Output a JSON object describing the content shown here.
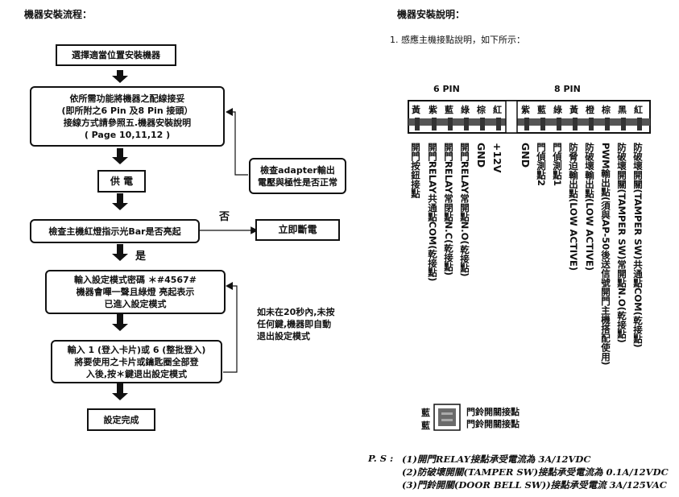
{
  "left_title": "機器安裝流程：",
  "right_title": "機器安裝說明：",
  "flow": {
    "step1": "選擇適當位置安裝機器",
    "step2_line1": "依所需功能將機器之配線接妥",
    "step2_line2": "(即所附之6 Pin 及8 Pin 接頭）",
    "step2_line3": "接線方式請參照五.機器安裝說明",
    "step2_line4": "( Page 10,11,12 )",
    "step3": "供 電",
    "step4": "檢查主機紅燈指示光Bar是否亮起",
    "no_label": "否",
    "yes_label": "是",
    "power_off": "立即斷電",
    "check_line1": "檢查adapter輸出",
    "check_line2": "電壓與極性是否正常",
    "step5_line1": "輸入設定模式密碼 ＊#4567#",
    "step5_line2": "機器會嗶一聲且綠燈 亮起表示",
    "step5_line3": "已進入設定模式",
    "timeout_line1": "如未在20秒內,未按",
    "timeout_line2": "任何鍵,機器即自動",
    "timeout_line3": "退出設定模式",
    "step6_line1": "輸入 1 (登入卡片)或 6 (整批登入)",
    "step6_line2": "將要使用之卡片或鑰匙圈全部登",
    "step6_line3": "入後,按＊鍵退出設定模式",
    "step7": "設定完成"
  },
  "section1": "1. 感應主機接點說明，如下所示：",
  "pin6_label": "6 PIN",
  "pin8_label": "8 PIN",
  "pin6_colors": [
    "黃",
    "紫",
    "藍",
    "綠",
    "棕",
    "紅"
  ],
  "pin8_colors": [
    "紫",
    "藍",
    "綠",
    "黃",
    "橙",
    "棕",
    "黑",
    "紅"
  ],
  "pin_descriptions": [
    "開門按鈕接點",
    "開門RELAY共通點COM(乾接點)",
    "開門RELAY常閉點N.C(乾接點)",
    "開門RELAY常開點N.O(乾接點)",
    "GND",
    "+12V",
    "GND",
    "門偵測點2",
    "門偵測點1",
    "防脅迫輸出點(LOW ACTIVE)",
    "防破壞輸出點(LOW ACTIVE)",
    "PWM輸出點(須與AP-50後送信號開門主機搭配使用)",
    "防破壞開關(TAMPER SW)常開點N.O(乾接點)",
    "防破壞開關(TAMPER SW)共通點COM(乾接點)"
  ],
  "bell": {
    "color1": "藍",
    "color2": "藍",
    "label1": "門鈴開關接點",
    "label2": "門鈴開關接點"
  },
  "ps": {
    "label": "P. S :",
    "line1": "(1)開門RELAY接點承受電流為  3A/12VDC",
    "line2": "(2)防破壞開關(TAMPER SW)接點承受電流為 0.1A/12VDC",
    "line3": "(3)門鈴開關(DOOR BELL SW))接點承受電流 3A/125VAC"
  }
}
